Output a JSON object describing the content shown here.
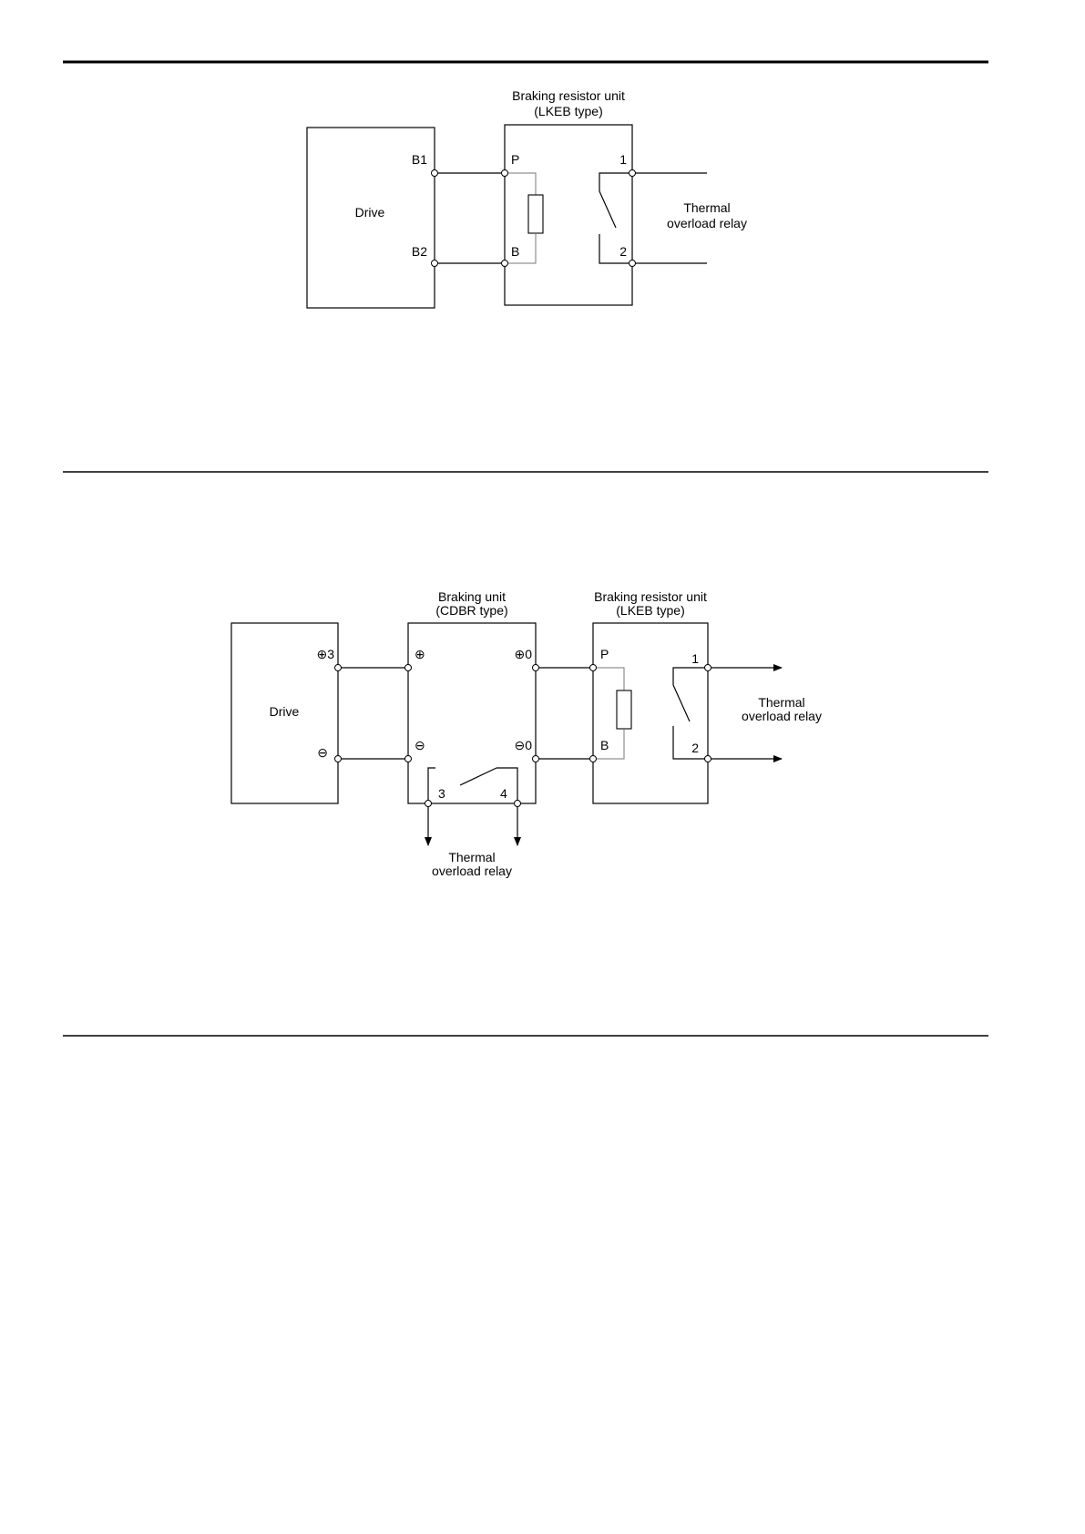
{
  "diagram1": {
    "drive_label": "Drive",
    "terminal_b1": "B1",
    "terminal_b2": "B2",
    "resistor_unit_title_line1": "Braking resistor unit",
    "resistor_unit_title_line2": "(LKEB type)",
    "terminal_p": "P",
    "terminal_b": "B",
    "terminal_1": "1",
    "terminal_2": "2",
    "relay_label_line1": "Thermal",
    "relay_label_line2": "overload relay"
  },
  "diagram2": {
    "drive_label": "Drive",
    "drive_terminal_plus": "⊕3",
    "drive_terminal_minus": "⊖",
    "braking_unit_title_line1": "Braking unit",
    "braking_unit_title_line2": "(CDBR type)",
    "bu_terminal_plus_in": "⊕",
    "bu_terminal_minus_in": "⊖",
    "bu_terminal_plus_out": "⊕0",
    "bu_terminal_minus_out": "⊖0",
    "bu_terminal_3": "3",
    "bu_terminal_4": "4",
    "bu_relay_label_line1": "Thermal",
    "bu_relay_label_line2": "overload relay",
    "resistor_unit_title_line1": "Braking resistor unit",
    "resistor_unit_title_line2": "(LKEB type)",
    "terminal_p": "P",
    "terminal_b": "B",
    "terminal_1": "1",
    "terminal_2": "2",
    "relay_label_line1": "Thermal",
    "relay_label_line2": "overload relay"
  }
}
